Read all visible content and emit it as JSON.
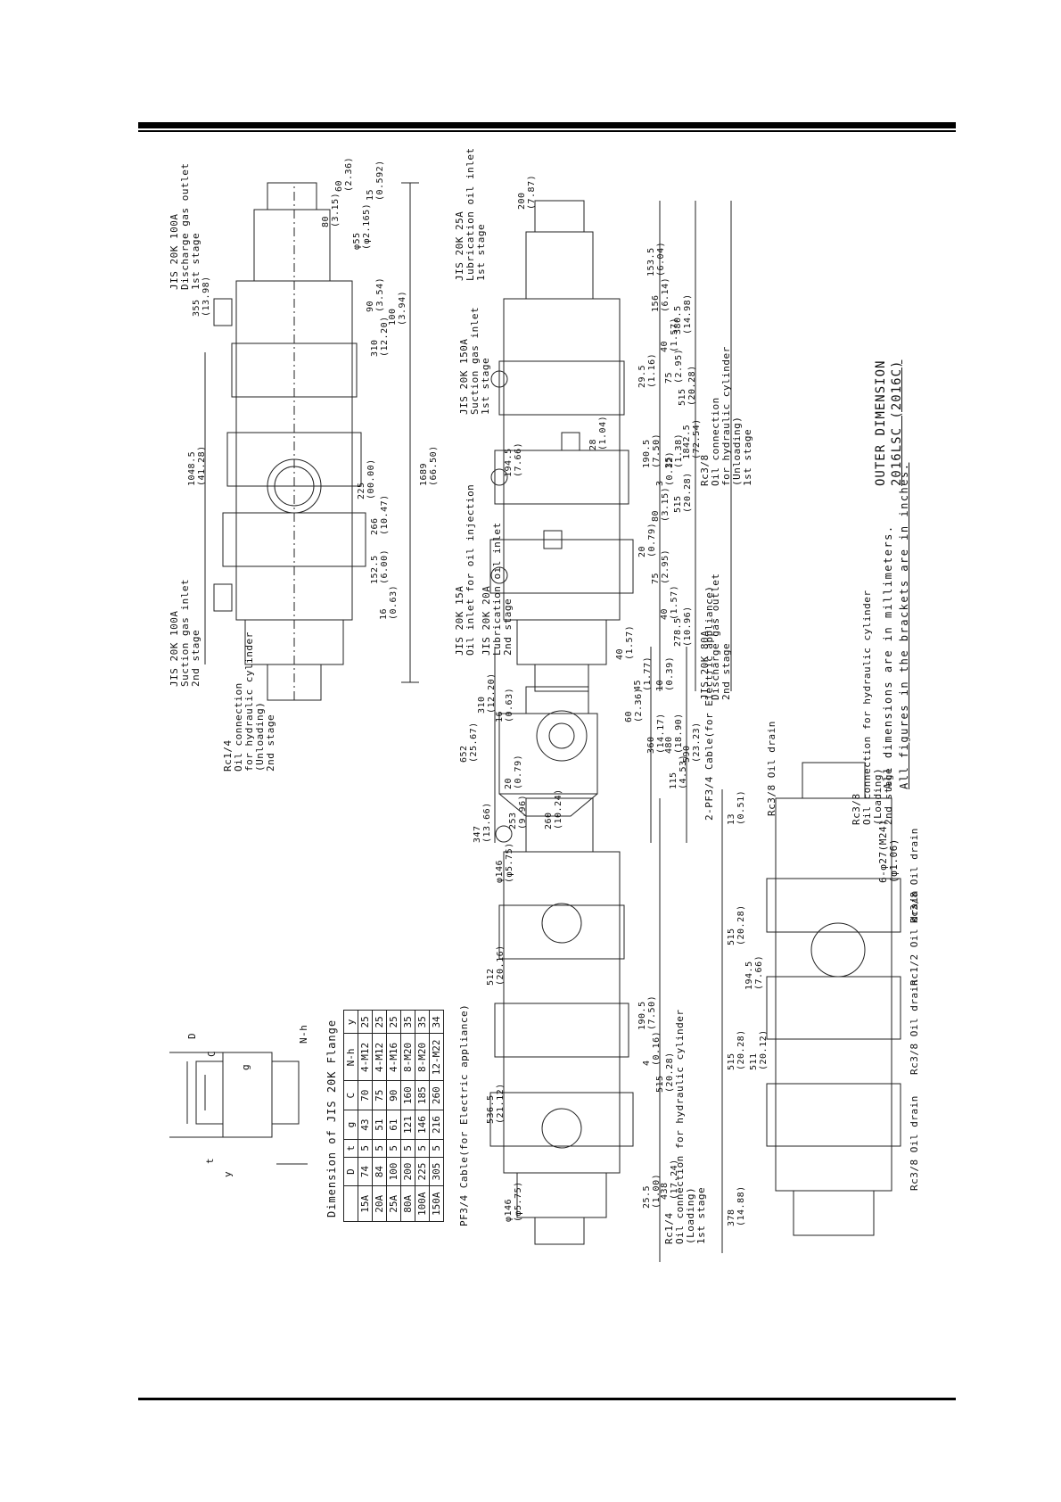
{
  "title": {
    "line1": "OUTER DIMENSION",
    "line2": "2016LSC (2016C)"
  },
  "notes": {
    "mm": "All dimensions are in millimeters.",
    "inches": "All figures in the brackets are in inches."
  },
  "flange_table": {
    "title": "Dimension of JIS 20K Flange",
    "headers": [
      "",
      "D",
      "t",
      "g",
      "C",
      "N-h",
      "y"
    ],
    "rows": [
      [
        "15A",
        "74",
        "5",
        "43",
        "70",
        "4-M12",
        "25"
      ],
      [
        "20A",
        "84",
        "5",
        "51",
        "75",
        "4-M12",
        "25"
      ],
      [
        "25A",
        "100",
        "5",
        "61",
        "90",
        "4-M16",
        "25"
      ],
      [
        "80A",
        "200",
        "5",
        "121",
        "160",
        "8-M20",
        "35"
      ],
      [
        "100A",
        "225",
        "5",
        "146",
        "185",
        "8-M20",
        "35"
      ],
      [
        "150A",
        "305",
        "5",
        "216",
        "260",
        "12-M22",
        "34"
      ]
    ]
  },
  "flange_sketch": {
    "D": "D",
    "C": "C",
    "g": "g",
    "Nh": "N-h",
    "t": "t",
    "y": "y"
  },
  "top_view": {
    "suction_2nd": "JIS 20K 100A\nSuction gas inlet\n2nd stage",
    "discharge_1st": "JIS 20K 100A\nDischarge gas outlet\n1st stage",
    "oil_hyd": "Rc1/4\nOil connection\nfor hydraulic cylinder\n(Unloading)\n2nd stage",
    "dim_1048": "1048.5\n(41.28)",
    "dim_355": "355\n(13.98)",
    "dim_1689": "1689\n(66.50)",
    "dim_266": "266\n(10.47)",
    "dim_225": "225\n(00.00)",
    "dim_310": "310\n(12.20)",
    "dim_90": "90\n(3.54)",
    "dim_100": "100\n(3.94)",
    "dim_152": "152.5\n(6.00)",
    "dim_16": "16\n(0.63)",
    "dim_80": "80\n(3.15)",
    "dim_60": "60\n(2.36)",
    "dim_15": "15\n(0.592)",
    "dim_phi55": "φ55\n(φ2.165)"
  },
  "side_view": {
    "oil_inj": "JIS 20K 15A\nOil inlet for oil injection",
    "lub_2nd": "JIS 20K 20A\nLubrication oil inlet\n2nd stage",
    "suction_1st": "JIS 20K 150A\nSuction gas inlet\n1st stage",
    "lub_1st": "JIS 20K 25A\nLubrication oil inlet\n1st stage",
    "discharge_2nd": "JIS 20K 80A\nDischarge gas outlet\n2nd stage",
    "oil_unl_1st": "Rc3/8\nOil connection\nfor hydraulic cylinder\n(Unloading)\n1st stage",
    "dim_194": "194.5\n(7.66)",
    "dim_200": "200\n(7.87)",
    "dim_153": "153.5\n(6.04)",
    "dim_156": "156\n(6.14)",
    "dim_40a": "40\n(1.57)",
    "dim_380": "380.5\n(14.98)",
    "dim_75a": "75\n(2.95)",
    "dim_515a": "515\n(20.28)",
    "dim_1842": "1842.5\n(72.54)",
    "dim_29": "29.5\n(1.16)",
    "dim_190": "190.5\n(7.50)",
    "dim_3": "3\n(0.12)",
    "dim_35": "35\n(1.38)",
    "dim_80b": "80\n(3.15)",
    "dim_515b": "515\n(20.28)",
    "dim_20": "20\n(0.79)",
    "dim_75b": "75\n(2.95)",
    "dim_40b": "40\n(1.57)",
    "dim_278": "278.5\n(10.96)",
    "dim_28": "28\n(1.04)"
  },
  "end_view": {
    "dim_652": "652\n(25.67)",
    "dim_347": "347\n(13.66)",
    "dim_310": "310\n(12.20)",
    "dim_16": "16\n(0.63)",
    "dim_45": "45\n(1.77)",
    "dim_40": "40\n(1.57)",
    "dim_60": "60\n(2.36)",
    "dim_10": "10\n(0.39)",
    "dim_360": "360\n(14.17)",
    "dim_480": "480\n(18.90)",
    "dim_590": "590\n(23.23)",
    "dim_253": "253\n(9.96)",
    "dim_260": "260\n(10.24)",
    "dim_20": "20\n(0.79)",
    "dim_115": "115\n(4.53)",
    "cable": "2-PF3/4 Cable(for Electric appliance)"
  },
  "bottom_view": {
    "cable": "PF3/4 Cable(for Electric appliance)",
    "oil_load": "Rc1/4\nOil connection for hydraulic cylinder\n(Loading)\n1st stage",
    "dim_536": "536.5\n(21.12)",
    "dim_512": "512\n(20.16)",
    "dim_190": "190.5\n(7.50)",
    "dim_4": "4\n(0.16)",
    "dim_515": "515\n(20.28)",
    "dim_25": "25.5\n(1.00)",
    "dim_438": "438\n(17.24)",
    "dim_phi146": "φ146\n(φ5.75)",
    "dim_phi146b": "φ146\n(φ5.75)"
  },
  "plan_view": {
    "dim_378": "378\n(14.88)",
    "dim_515a": "515\n(20.28)",
    "dim_511": "511\n(20.12)",
    "dim_194": "194.5\n(7.66)",
    "dim_515b": "515\n(20.28)",
    "dim_13": "13\n(0.51)",
    "drain1": "Rc3/8 Oil drain",
    "drain2": "Rc3/8 Oil drain",
    "drain3": "Rc1/2 Oil drain",
    "drain4": "Rc3/8 Oil drain",
    "drain5": "Rc3/8 Oil drain",
    "holes": "6-φ27(M24)\n(φ1.06)",
    "oil_load2": "Rc3/8\nOil connection for hydraulic cylinder\n(Loading)\n2nd stage"
  }
}
